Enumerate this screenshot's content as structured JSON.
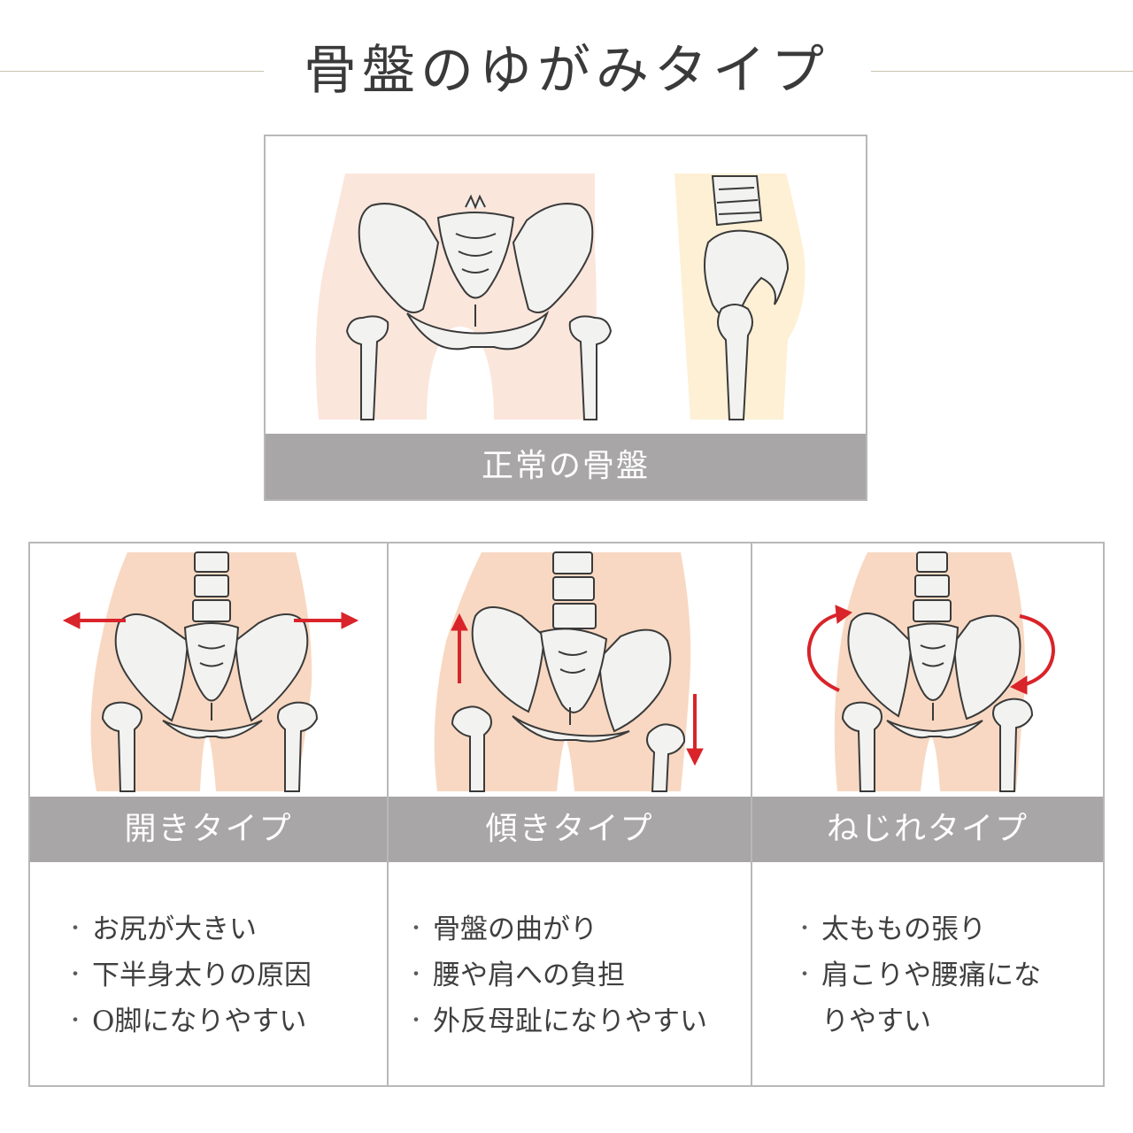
{
  "title": "骨盤のゆがみタイプ",
  "normal": {
    "label": "正常の骨盤"
  },
  "types": [
    {
      "label": "開きタイプ",
      "features": [
        "お尻が大きい",
        "下半身太りの原因",
        "O脚になりやすい"
      ]
    },
    {
      "label": "傾きタイプ",
      "features": [
        "骨盤の曲がり",
        "腰や肩への負担",
        "外反母趾になりやすい"
      ]
    },
    {
      "label": "ねじれタイプ",
      "features": [
        "太ももの張り",
        "肩こりや腰痛になりやすい"
      ]
    }
  ],
  "colors": {
    "skin_pink": "#fbe6dc",
    "skin_peach": "#f8d8c2",
    "skin_yellow": "#fdf0d5",
    "bone": "#f2f2f0",
    "bone_outline": "#3a3a3a",
    "arrow": "#d8242a",
    "label_bar": "#a8a6a7",
    "frame": "#b8b8b8"
  }
}
